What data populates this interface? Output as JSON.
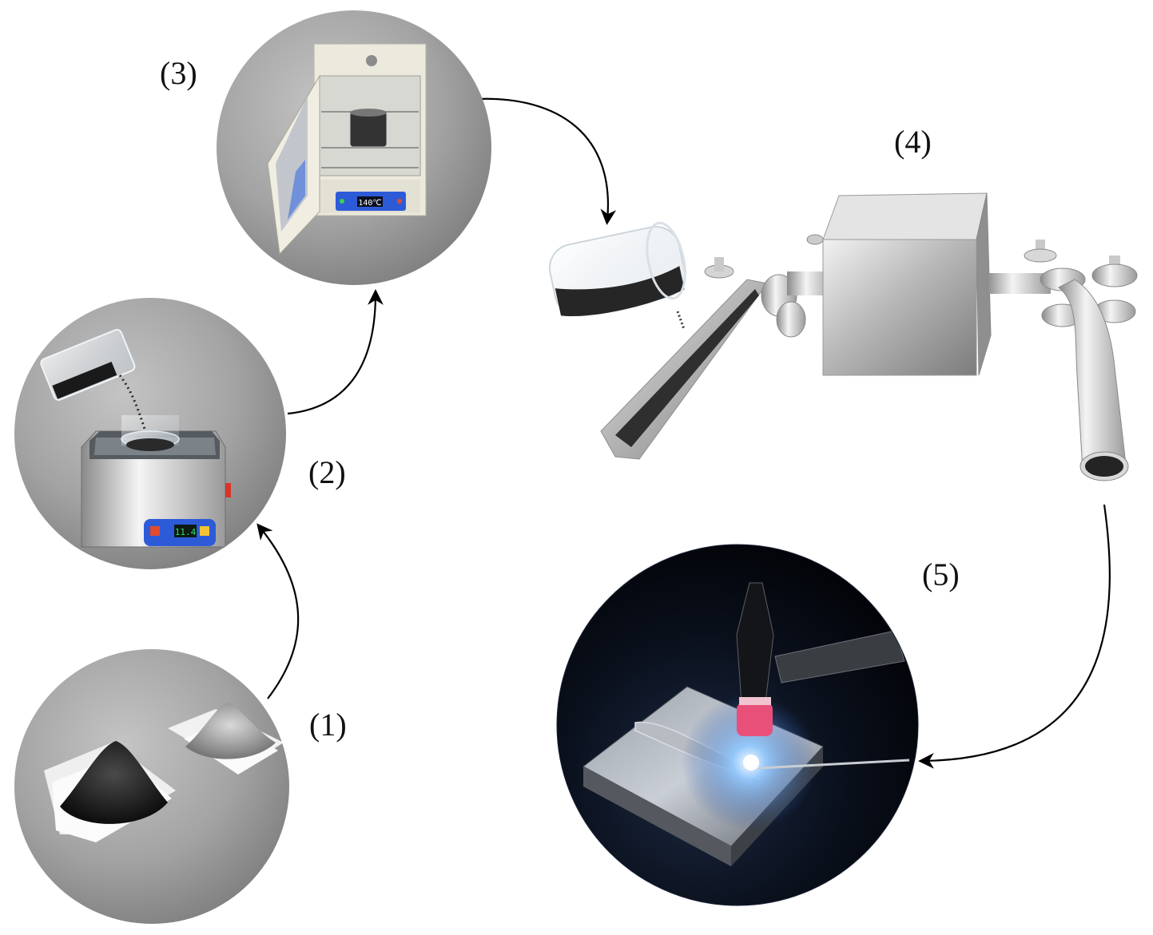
{
  "steps": [
    {
      "id": "1",
      "label": "(1)",
      "scene": "metal powder and flux powder piles on weighing paper"
    },
    {
      "id": "2",
      "label": "(2)",
      "scene": "powder poured into beaker inside ultrasonic bath"
    },
    {
      "id": "3",
      "label": "(3)",
      "scene": "beaker of powder drying in laboratory oven"
    },
    {
      "id": "4",
      "label": "(4)",
      "scene": "powder poured into trough and filled into tube through rolling mill"
    },
    {
      "id": "5",
      "label": "(5)",
      "scene": "flux-cored wire welding on steel plate"
    }
  ],
  "oven_display": "140℃",
  "bath_display": "11.4",
  "colors": {
    "background": "#ffffff",
    "disc_grey": "#9a9a9a",
    "dark_disc": "#05080f",
    "arrow": "#000000",
    "arc_glow": "#8fc8ff",
    "nozzle_pink": "#e8507a",
    "panel_blue": "#2d5bd8",
    "lcd_green": "#27e35b"
  }
}
